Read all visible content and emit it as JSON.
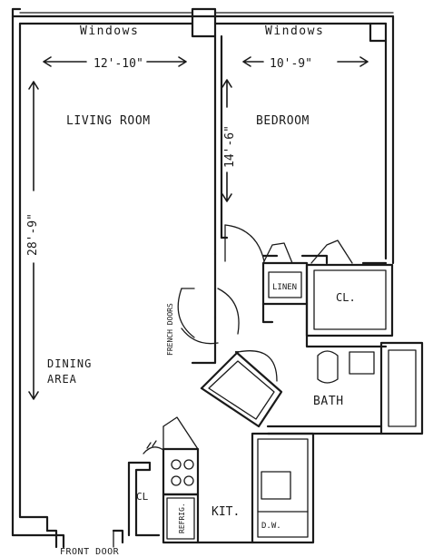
{
  "labels": {
    "windows_left": "Windows",
    "windows_right": "Windows",
    "living_width": "12'-10\"",
    "bedroom_width": "10'-9\"",
    "bedroom_height": "14'-6\"",
    "living_height": "28'-9\"",
    "living_room": "LIVING ROOM",
    "bedroom": "BEDROOM",
    "linen": "LINEN",
    "closet_bedroom": "CL.",
    "french_doors": "FRENCH DOORS",
    "dining_line1": "DINING",
    "dining_line2": "AREA",
    "bath": "BATH",
    "closet_kitchen": "CL",
    "refrig": "REFRIG.",
    "kitchen": "KIT.",
    "dishwasher": "D.W.",
    "front_door": "FRONT DOOR"
  },
  "colors": {
    "ink": "#1a1a1a",
    "paper": "#ffffff"
  }
}
